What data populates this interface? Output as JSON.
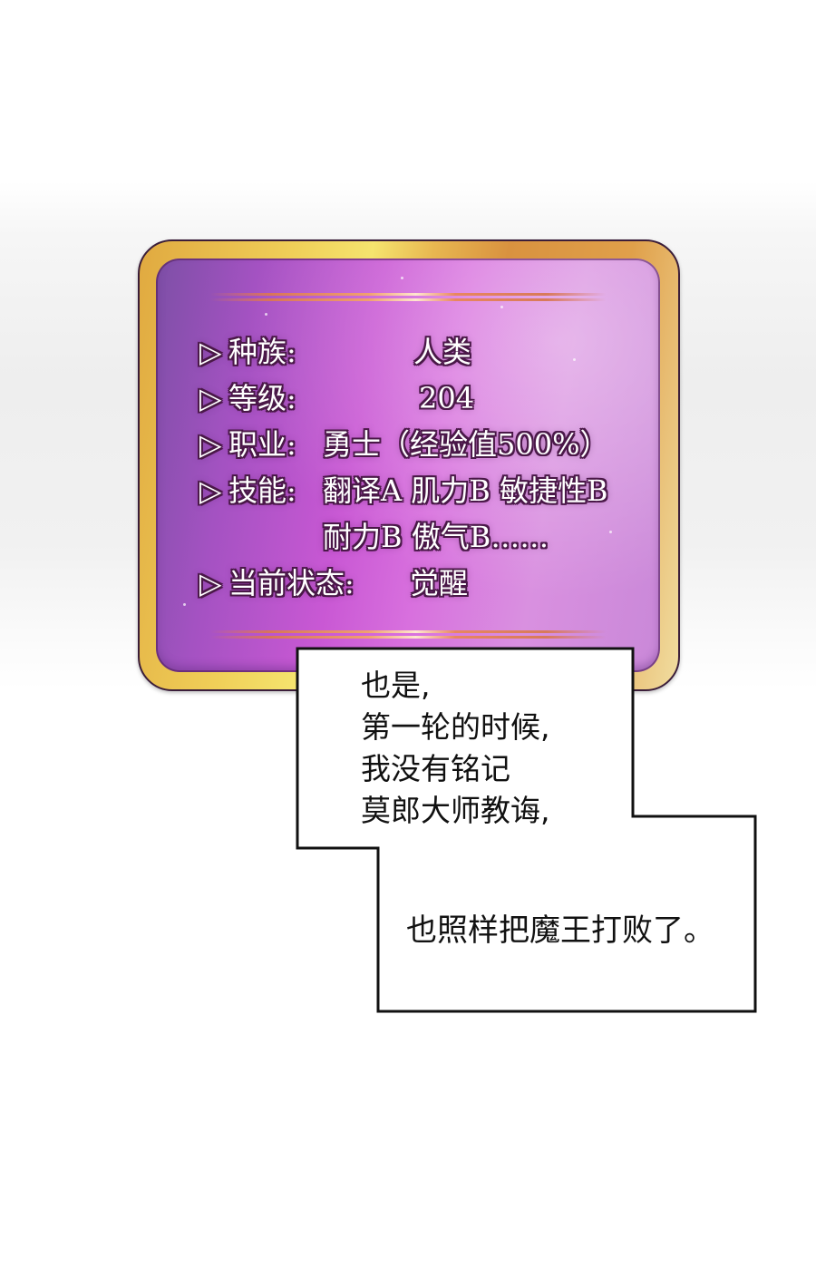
{
  "status_panel": {
    "bullet_icon": "▷",
    "rows": [
      {
        "label": "种族:",
        "value": "人类"
      },
      {
        "label": "等级:",
        "value": "204"
      },
      {
        "label": "职业:",
        "value": "勇士（经验值500%）"
      },
      {
        "label": "技能:",
        "value": "翻译A 肌力B 敏捷性B"
      },
      {
        "label": "",
        "value": "耐力B 傲气B……"
      },
      {
        "label": "当前状态:",
        "value": "觉醒"
      }
    ],
    "colors": {
      "frame_gold": "#e8b650",
      "inner_purple": "#c958d4",
      "text_outline": "#4a1848",
      "decor_line": "#f0a070"
    }
  },
  "speech_bubble": {
    "lines_top": [
      "也是,",
      "第一轮的时候,",
      "我没有铭记",
      "莫郎大师教诲,"
    ],
    "line_bottom": "也照样把魔王打败了。"
  }
}
